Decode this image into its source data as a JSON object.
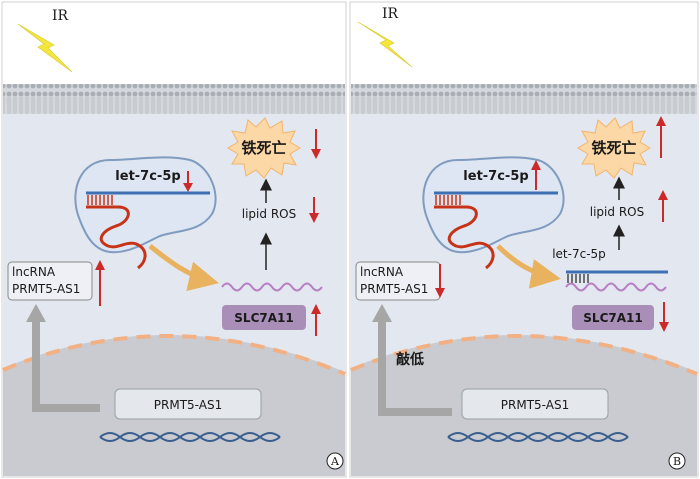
{
  "panels": [
    {
      "radiation_label": "IR",
      "mirna_label": "let-7c-5p",
      "ferroptosis_label": "铁死亡",
      "ros_label": "lipid ROS",
      "lncrna_label_line1": "lncRNA",
      "lncrna_label_line2": "PRMT5-AS1",
      "slc_label": "SLC7A11",
      "gene_label": "PRMT5-AS1",
      "knockdown_label": "",
      "panel_letter": "A",
      "changes": {
        "mirna": "down",
        "ferroptosis": "down",
        "ros": "down",
        "lncrna": "up",
        "slc": "up"
      }
    },
    {
      "radiation_label": "IR",
      "mirna_label": "let-7c-5p",
      "mirna_bound_label": "let-7c-5p",
      "ferroptosis_label": "铁死亡",
      "ros_label": "lipid ROS",
      "lncrna_label_line1": "lncRNA",
      "lncrna_label_line2": "PRMT5-AS1",
      "slc_label": "SLC7A11",
      "gene_label": "PRMT5-AS1",
      "knockdown_label": "敲低",
      "panel_letter": "B",
      "changes": {
        "mirna": "up",
        "ferroptosis": "up",
        "ros": "up",
        "lncrna": "down",
        "slc": "down"
      }
    }
  ],
  "colors": {
    "cytoplasm": "#e3e7ef",
    "membrane": "#c9cdd4",
    "nucleus": "#c9cbd0",
    "nuclear_envelope": "#f2b184",
    "lightning": "#f4e63a",
    "burst": "#fcd8a6",
    "arrow_red": "#cc2a2a",
    "mirna_blue": "#3d6fb3",
    "rna_red": "#c63418",
    "mrna_purple": "#b87fc7",
    "slc_box": "#a98fb8",
    "dna_blue": "#3a5f8f"
  }
}
